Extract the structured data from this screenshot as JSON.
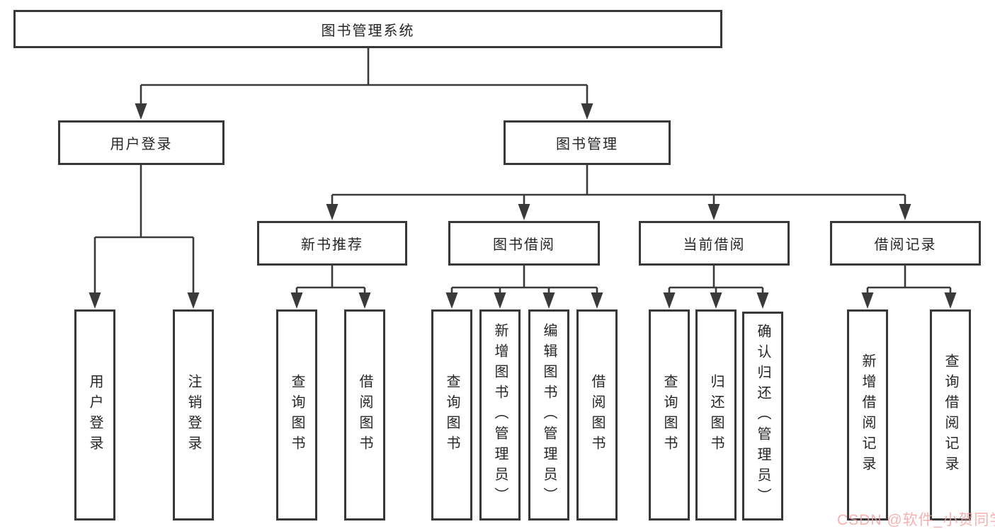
{
  "colors": {
    "line": "#3a3a3a",
    "box_border": "#383838",
    "text": "#262626",
    "background": "#ffffff",
    "watermark": "#f49e9e"
  },
  "watermark": {
    "text": "CSDN @软件_小贺同学"
  },
  "tree": {
    "root": {
      "label": "图书管理系统",
      "children": [
        {
          "label": "用户登录",
          "children": [
            {
              "label": "用户登录"
            },
            {
              "label": "注销登录"
            }
          ]
        },
        {
          "label": "图书管理",
          "children": [
            {
              "label": "新书推荐",
              "children": [
                {
                  "label": "查询图书"
                },
                {
                  "label": "借阅图书"
                }
              ]
            },
            {
              "label": "图书借阅",
              "children": [
                {
                  "label": "查询图书"
                },
                {
                  "label": "新增图书（管理员）"
                },
                {
                  "label": "编辑图书（管理员）"
                },
                {
                  "label": "借阅图书"
                }
              ]
            },
            {
              "label": "当前借阅",
              "children": [
                {
                  "label": "查询图书"
                },
                {
                  "label": "归还图书"
                },
                {
                  "label": "确认归还（管理员）"
                }
              ]
            },
            {
              "label": "借阅记录",
              "children": [
                {
                  "label": "新增借阅记录"
                },
                {
                  "label": "查询借阅记录"
                }
              ]
            }
          ]
        }
      ]
    }
  }
}
